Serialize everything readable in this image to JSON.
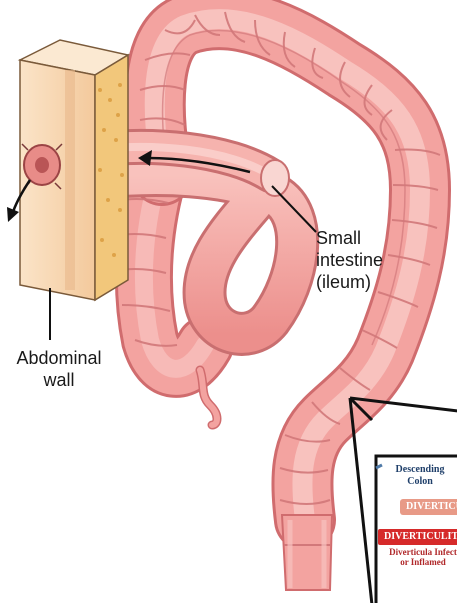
{
  "labels": {
    "small_intestine": [
      "Small",
      "intestine",
      "(ileum)"
    ],
    "abdominal_wall": [
      "Abdominal",
      "wall"
    ]
  },
  "inset": {
    "region_label": [
      "Descending",
      "Colon"
    ],
    "tag_diverticulosis": "DIVERTICU",
    "tag_diverticulitis": "DIVERTICULIT",
    "description": [
      "Diverticula Infect",
      "or Inflamed"
    ]
  },
  "colors": {
    "colon_fill": "#f3a3a0",
    "colon_edge": "#d06c6e",
    "wall_fill": "#f7d8b0",
    "fat": "#f0c46a",
    "inset_title": "#1f3f6a",
    "inset_red": "#d62a2a",
    "inset_pink": "#e89a87"
  }
}
